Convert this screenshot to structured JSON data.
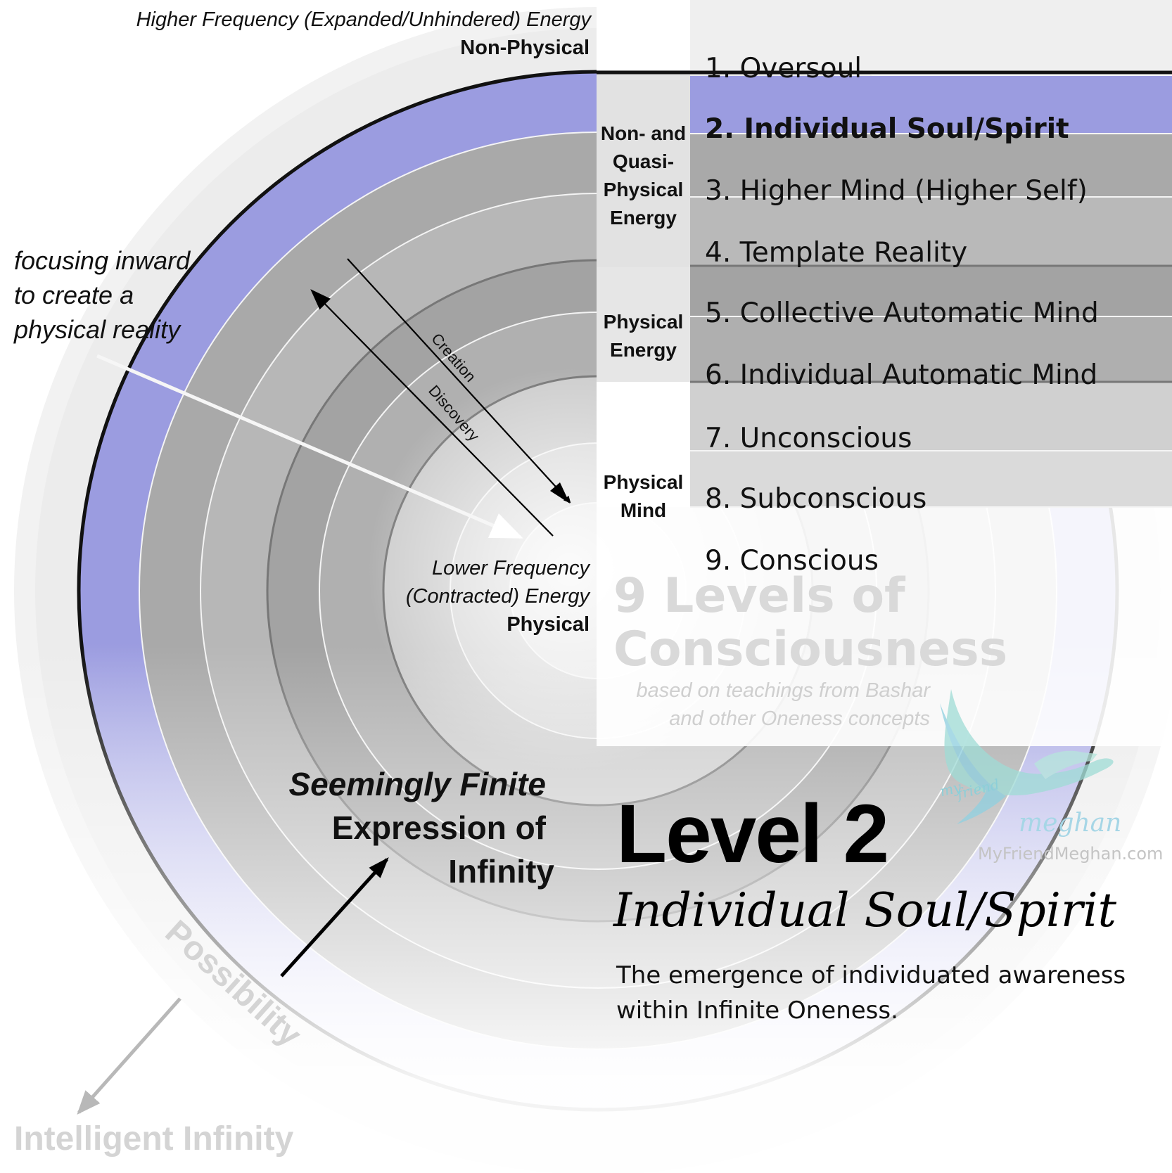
{
  "header": {
    "top_line": "Higher Frequency (Expanded/Unhindered) Energy",
    "top_bold": "Non-Physical",
    "bottom_line1": "Lower Frequency",
    "bottom_line2": "(Contracted) Energy",
    "bottom_bold": "Physical"
  },
  "levels": [
    {
      "label": "1. Oversoul",
      "color": "#efefef"
    },
    {
      "label": "2. Individual Soul/Spirit",
      "color": "#9b9ce0"
    },
    {
      "label": "3. Higher Mind (Higher Self)",
      "color": "#a9a9a9"
    },
    {
      "label": "4. Template Reality",
      "color": "#b9b9b9"
    },
    {
      "label": "5. Collective Automatic Mind",
      "color": "#a3a3a3"
    },
    {
      "label": "6. Individual Automatic Mind",
      "color": "#afafaf"
    },
    {
      "label": "7. Unconscious",
      "color": "#d0d0d0"
    },
    {
      "label": "8. Subconscious",
      "color": "#dadada"
    },
    {
      "label": "9. Conscious",
      "color": "#ffffff"
    }
  ],
  "categories": {
    "quasi": "Non- and Quasi-Physical Energy",
    "physical_energy": "Physical Energy",
    "physical_mind": "Physical Mind"
  },
  "annotations": {
    "focusing": "focusing inward to create a physical reality",
    "creation": "Creation",
    "discovery": "Discovery",
    "finite_line1": "Seemingly Finite",
    "finite_line2": "Expression of",
    "finite_line3": "Infinity",
    "possibility": "Possibility",
    "infinity": "Intelligent Infinity"
  },
  "title": {
    "line1": "9 Levels of",
    "line2": "Consciousness",
    "sub1": "based on teachings from Bashar",
    "sub2": "and other Oneness concepts"
  },
  "feature": {
    "level": "Level 2",
    "name": "Individual Soul/Spirit",
    "description": "The emergence of individuated awareness within Infinite Oneness."
  },
  "logo": {
    "my": "my",
    "friend": "friend",
    "meghan": "meghan",
    "site": "MyFriendMeghan.com"
  },
  "colors": {
    "highlight": "#9b9ce0",
    "text": "#111111",
    "faded": "#d4d4d4",
    "logo": "#9fdcd6"
  },
  "icons": [
    "eagle-logo-icon"
  ]
}
